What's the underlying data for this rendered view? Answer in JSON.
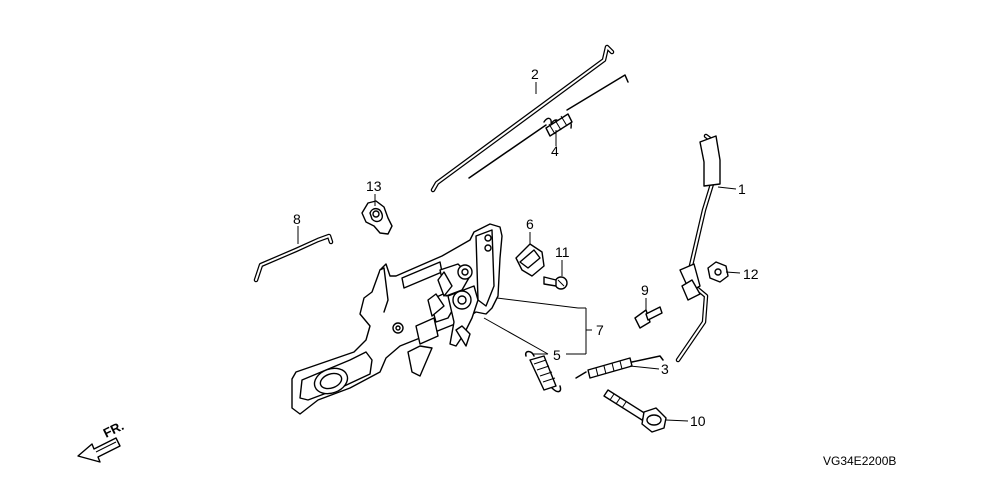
{
  "callouts": {
    "c1": "1",
    "c2": "2",
    "c3": "3",
    "c4": "4",
    "c5": "5",
    "c6": "6",
    "c7": "7",
    "c8": "8",
    "c9": "9",
    "c10": "10",
    "c11": "11",
    "c12": "12",
    "c13": "13"
  },
  "direction_label": "FR.",
  "diagram_code": "VG34E2200B"
}
